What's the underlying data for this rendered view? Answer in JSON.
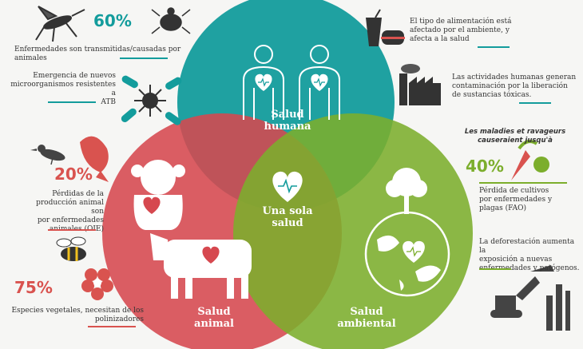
{
  "colors": {
    "teal": "#139c9c",
    "red": "#d6484f",
    "green": "#7cae2c",
    "text": "#333333",
    "salmon": "#d9534f"
  },
  "circles": {
    "human": "Salud\nhumana",
    "animal": "Salud\nanimal",
    "environment": "Salud\nambiental",
    "center": "Una sola\nsalud"
  },
  "facts": {
    "vector_percent": "60%",
    "vector_text": "Enfermedades son transmitidas/causadas por animales",
    "microbe_text": "Emergencia de nuevos\nmicroorganismos resistentes a\nATB",
    "animal_percent": "20%",
    "animal_text": "Pérdidas de la\nproducción animal son\npor enfermedades\nanimales (OIE)",
    "pollinator_percent": "75%",
    "pollinator_text": "Especies vegetales, necesitan de los\npolinizadores",
    "food_text": "El tipo de alimentación está\nafectado por el ambiente, y\nafecta a la salud",
    "industry_text": "Las actividades humanas generan\ncontaminación por la liberación\nde sustancias tóxicas.",
    "french_text": "Les maladies et ravageurs\ncauseraient jusqu'à",
    "crop_percent": "40%",
    "crop_text": "Pérdida de cultivos\npor enfermedades y\nplagas (FAO)",
    "deforest_text": "La deforestación aumenta la\nexposición a nuevas\nenfermedades y patógenos."
  },
  "icons": [
    "mosquito-icon",
    "tick-icon",
    "virus-icon",
    "pill-icon",
    "bird-icon",
    "fish-icon",
    "bee-icon",
    "flower-icon",
    "food-icon",
    "factory-icon",
    "vegetables-icon",
    "excavator-icon",
    "monkey-icon",
    "cow-icon",
    "earth-icon",
    "person-icon",
    "heart-icon"
  ]
}
